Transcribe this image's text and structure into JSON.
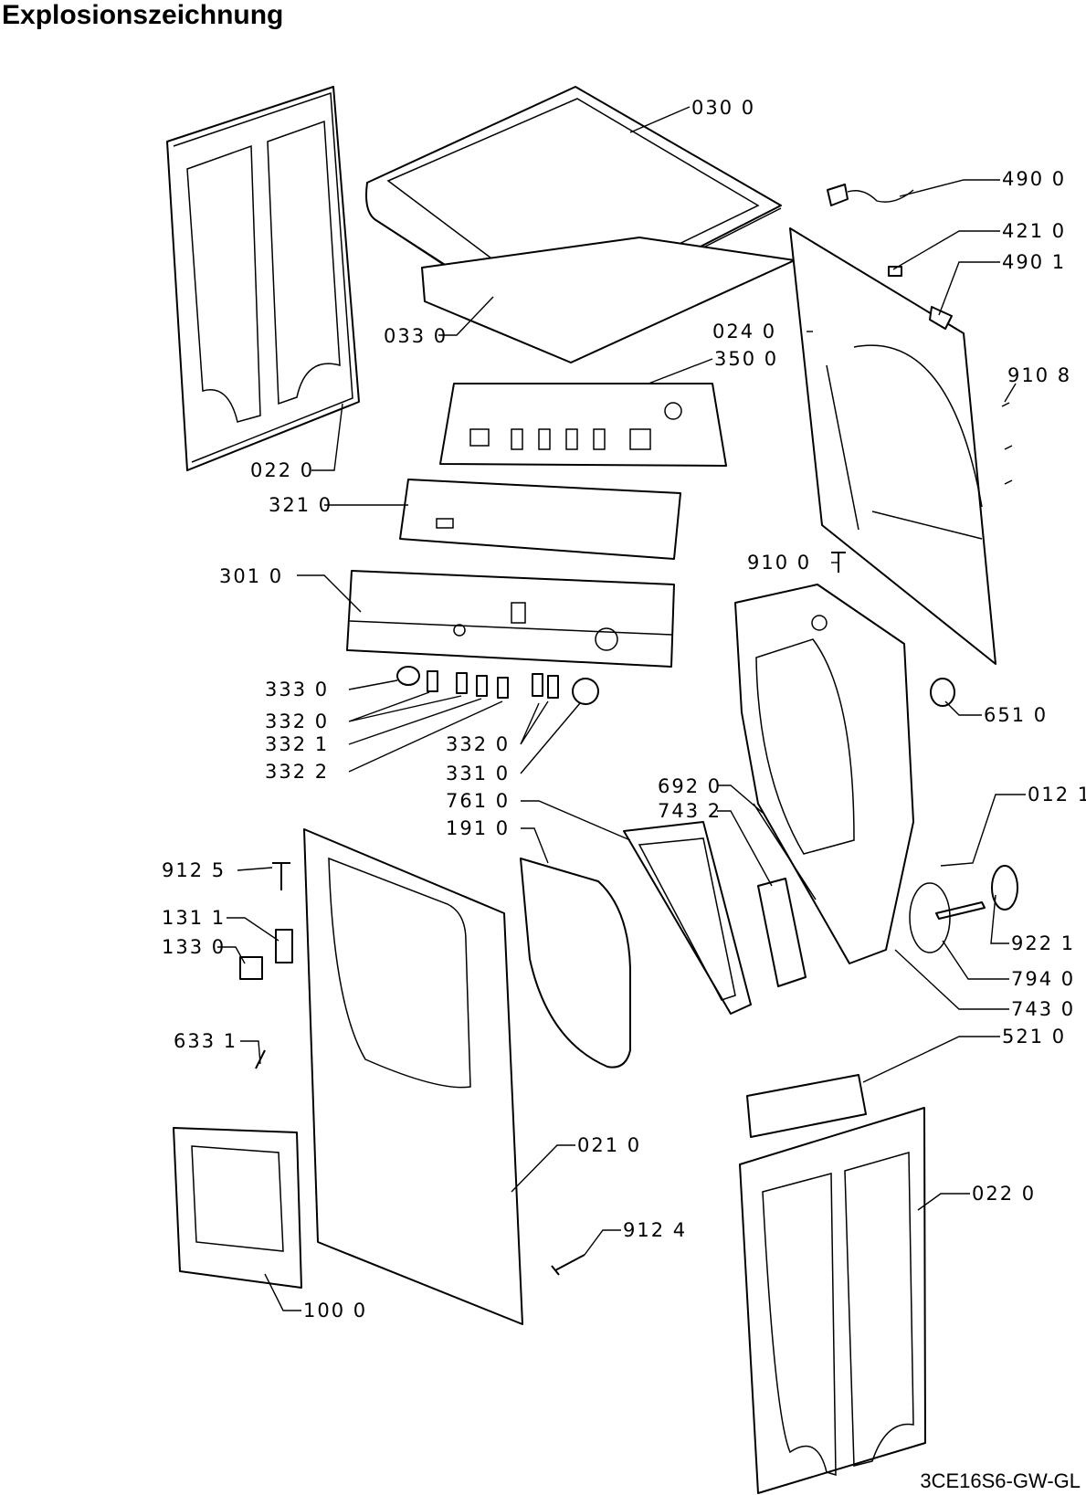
{
  "title": "Explosionszeichnung",
  "drawing_code": "3CE16S6-GW-GL",
  "part_labels": [
    "030 0",
    "490 0",
    "421 0",
    "490 1",
    "024 0",
    "350 0",
    "033 0",
    "910 8",
    "022 0",
    "321 0",
    "910 0",
    "301 0",
    "333 0",
    "332 0",
    "332 1",
    "332 2",
    "332 0",
    "331 0",
    "651 0",
    "692 0",
    "743 2",
    "761 0",
    "191 0",
    "012 1",
    "912 5",
    "131 1",
    "133 0",
    "922 1",
    "794 0",
    "743 0",
    "633 1",
    "521 0",
    "021 0",
    "022 0",
    "912 4",
    "100 0"
  ]
}
